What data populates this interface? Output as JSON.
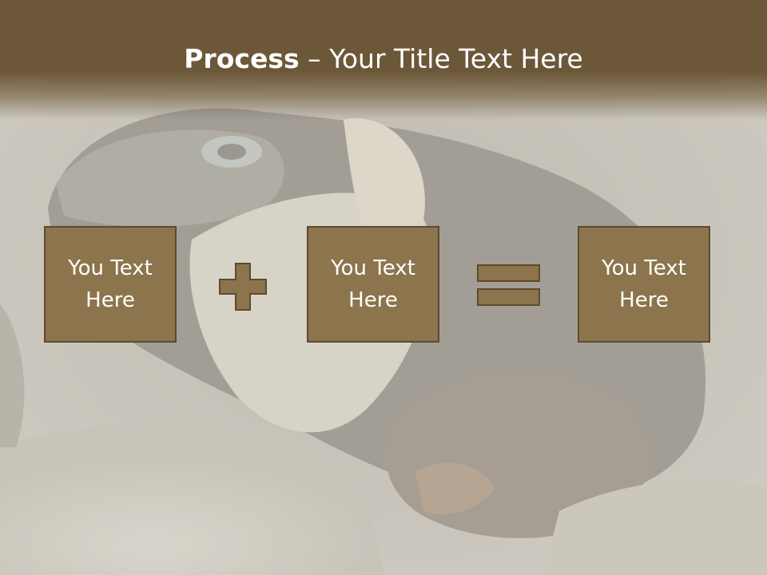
{
  "slide": {
    "title_strong": "Process",
    "title_rest": " – Your Title Text Here",
    "boxes": [
      {
        "line1": "You Text",
        "line2": "Here"
      },
      {
        "line1": "You Text",
        "line2": "Here"
      },
      {
        "line1": "You Text",
        "line2": "Here"
      }
    ],
    "operators": [
      "plus-icon",
      "equals-icon"
    ]
  },
  "colors": {
    "header": "#6c5738",
    "box_fill": "#8c744d",
    "box_border": "#5e4a2d",
    "text": "#ffffff"
  }
}
